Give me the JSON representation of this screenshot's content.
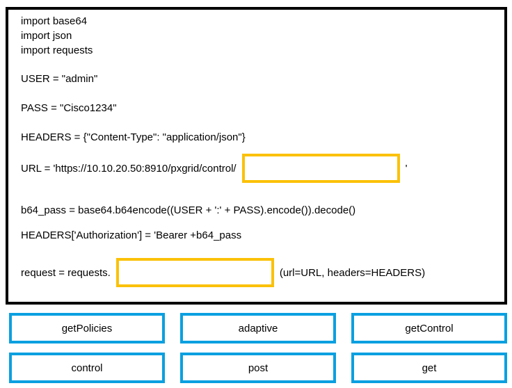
{
  "colors": {
    "panel_border": "#000000",
    "blank_border": "#FBC108",
    "option_border": "#0AA0E0",
    "text": "#000000",
    "background": "#FFFFFF"
  },
  "code_panel": {
    "lines": {
      "import1": "import base64",
      "import2": "import json",
      "import3": "import requests",
      "user": "USER = \"admin\"",
      "pass": "PASS = \"Cisco1234\"",
      "headers": "HEADERS = {\"Content-Type\": \"application/json\"}",
      "url_prefix": "URL = 'https://10.10.20.50:8910/pxgrid/control/",
      "url_suffix": "'",
      "b64": "b64_pass = base64.b64encode((USER + ':' + PASS).encode()).decode()",
      "auth": "HEADERS['Authorization'] = 'Bearer +b64_pass",
      "request_prefix": "request = requests.",
      "request_suffix": "(url=URL, headers=HEADERS)"
    }
  },
  "options": [
    {
      "label": "getPolicies"
    },
    {
      "label": "adaptive"
    },
    {
      "label": "getControl"
    },
    {
      "label": "control"
    },
    {
      "label": "post"
    },
    {
      "label": "get"
    }
  ]
}
